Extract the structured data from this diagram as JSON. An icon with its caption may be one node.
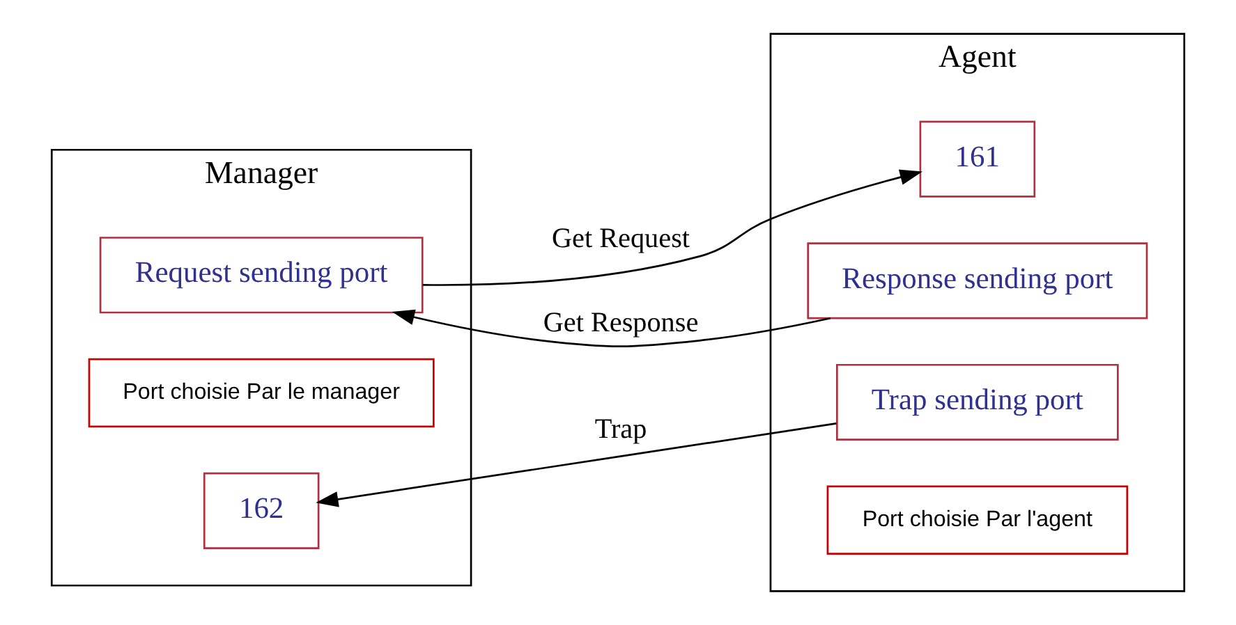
{
  "diagram": {
    "nodes": [
      {
        "text": [
          "Manager"
        ]
      },
      {
        "text": [
          "Request sending port"
        ],
        "in": 0
      },
      {
        "text": [
          "Port choisie Par le manager"
        ],
        "in": 0
      },
      {
        "text": [
          "162"
        ],
        "in": 0
      },
      {
        "text": [
          "Agent"
        ]
      },
      {
        "text": [
          "161"
        ],
        "in": 4
      },
      {
        "text": [
          "Response sending port"
        ],
        "in": 4
      },
      {
        "text": [
          "Trap sending port"
        ],
        "in": 4
      },
      {
        "text": [
          "Port choisie Par l'agent"
        ],
        "in": 4
      }
    ],
    "edges": [
      {
        "from": 1,
        "to": 5,
        "arrow": "to",
        "label": "Get Request"
      },
      {
        "from": 6,
        "to": 1,
        "arrow": "to",
        "label": "Get Response"
      },
      {
        "from": 7,
        "to": 3,
        "arrow": "to",
        "label": "Trap"
      }
    ]
  }
}
